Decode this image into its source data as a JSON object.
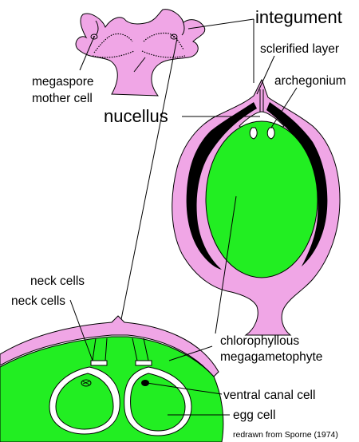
{
  "labels": {
    "integument": "integument",
    "sclerified_layer": "sclerified layer",
    "archegonium": "archegonium",
    "nucellus": "nucellus",
    "megaspore_mother_cell_line1": "megaspore",
    "megaspore_mother_cell_line2": "mother cell",
    "neck_cells_upper": "neck cells",
    "neck_cells_lower": "neck cells",
    "chlorophyllous_line1": "chlorophyllous",
    "chlorophyllous_line2": "megagametophyte",
    "ventral_canal_cell": "ventral canal cell",
    "egg_cell": "egg cell"
  },
  "credit": "redrawn from Sporne (1974)",
  "colors": {
    "integument_pink": "#f0a6e6",
    "gametophyte_green": "#22ee22",
    "outline": "#000000",
    "background": "#ffffff"
  }
}
